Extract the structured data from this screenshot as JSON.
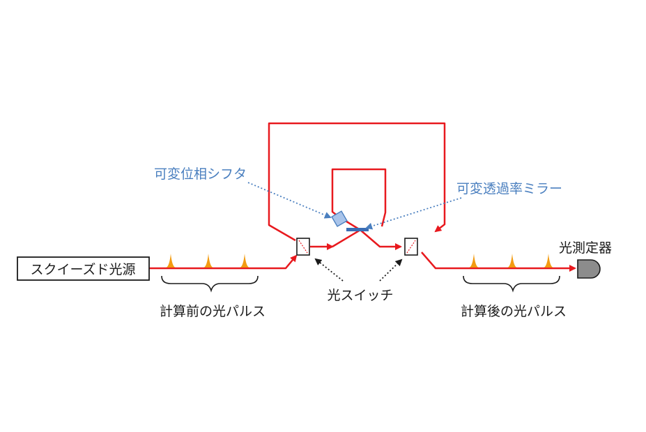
{
  "diagram": {
    "source_label": "スクイーズド光源",
    "pulses_before_label": "計算前の光パルス",
    "switch_label": "光スイッチ",
    "pulses_after_label": "計算後の光パルス",
    "detector_label": "光測定器",
    "phase_shifter_label": "可変位相シフタ",
    "mirror_label": "可変透過率ミラー"
  },
  "colors": {
    "beam": "#e8191e",
    "pulse": "#f39c12",
    "annotation_blue": "#4a7fbf",
    "phase_shifter_fill": "#a9c4ea",
    "mirror": "#3a6db5",
    "detector": "#8c8c8c"
  }
}
